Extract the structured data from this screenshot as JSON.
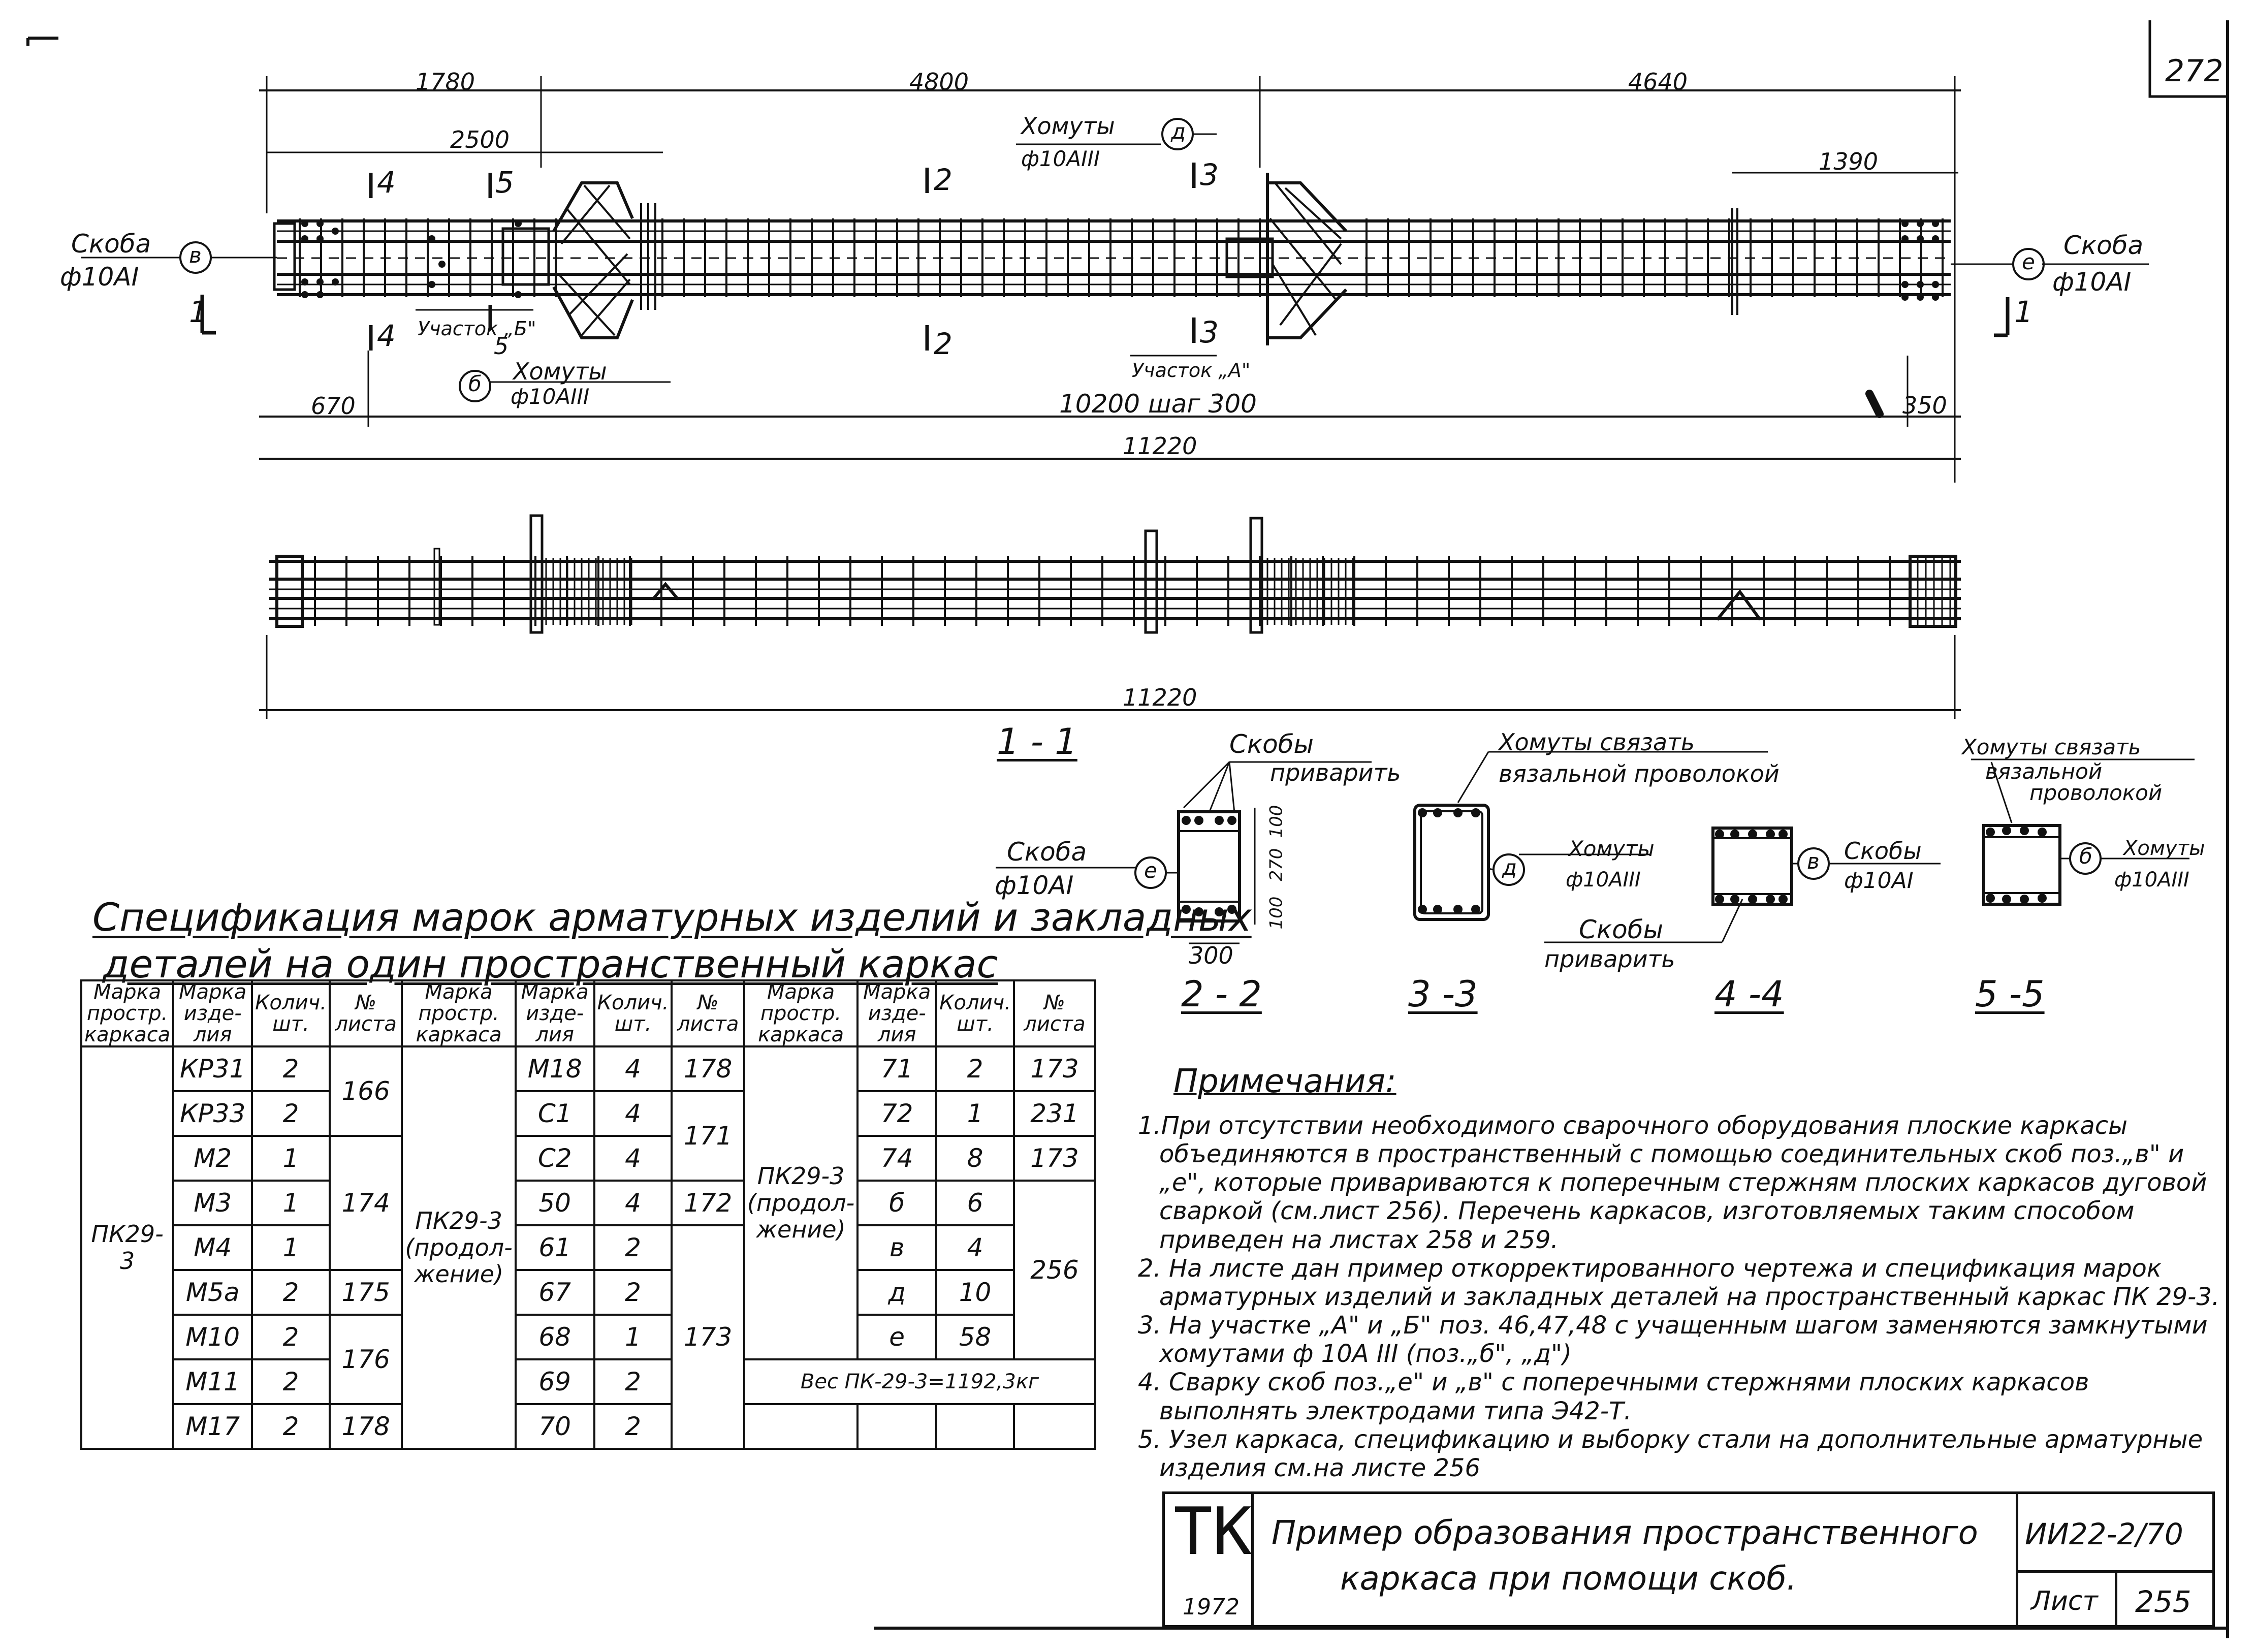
{
  "sheet_number": "272",
  "plan": {
    "dims_top": [
      "1780",
      "4800",
      "4640"
    ],
    "dim_2500": "2500",
    "dim_1390": "1390",
    "dim_670": "670",
    "dim_span": "10200 шаг 300",
    "dim_350": "350",
    "dim_total": "11220",
    "section_marks": [
      "4",
      "5",
      "2",
      "3",
      "1"
    ],
    "label_skoba_left": "Скоба",
    "label_skoba_left_bar": "ф10АI",
    "callout_left": "в",
    "label_skoba_right": "Скоба",
    "label_skoba_right_bar": "ф10АI",
    "callout_right": "е",
    "label_khomuty_top": "Хомуты",
    "label_khomuty_top_bar": "ф10АIII",
    "callout_top": "д",
    "label_khomuty_bottom": "Хомуты",
    "label_khomuty_bottom_bar": "ф10АIII",
    "callout_bottom": "б",
    "label_uchastok_b": "Участок „Б\"",
    "label_uchastok_a": "Участок „А\""
  },
  "elevation": {
    "dim_total": "11220"
  },
  "sections": {
    "title_1_1": "1 - 1",
    "title_2_2": "2 - 2",
    "title_3_3": "3 -3",
    "title_4_4": "4 -4",
    "title_5_5": "5 -5",
    "s22_skoby": "Скобы",
    "s22_privarit": "приварить",
    "s22_skoba": "Скоба",
    "s22_skoba_bar": "ф10АI",
    "s22_callout": "е",
    "s22_dim_100a": "100",
    "s22_dim_270": "270",
    "s22_dim_100b": "100",
    "s22_dim_300": "300",
    "s33_note_1": "Хомуты связать",
    "s33_note_2": "вязальной проволокой",
    "s33_callout": "д",
    "s33_label": "Хомуты",
    "s33_label_bar": "ф10АIII",
    "s44_callout": "в",
    "s44_label": "Скобы",
    "s44_label_bar": "ф10АI",
    "s44_skoby": "Скобы",
    "s44_privarit": "приварить",
    "s55_note_1": "Хомуты связать",
    "s55_note_2": "вязальной",
    "s55_note_3": "проволокой",
    "s55_callout": "б",
    "s55_label": "Хомуты",
    "s55_label_bar": "ф10АIII"
  },
  "spec": {
    "title_line1": "Спецификация марок арматурных изделий и закладных",
    "title_line2": "деталей на один пространственный каркас",
    "header": {
      "col1": "Марка простр. каркаса",
      "col2": "Марка изде- лия",
      "col3": "Колич. шт.",
      "col4": "№ листа"
    },
    "group1": {
      "carcass": "ПК29-3",
      "rows": [
        {
          "mark": "КР31",
          "qty": "2",
          "sheet": "166"
        },
        {
          "mark": "КР33",
          "qty": "2",
          "sheet": ""
        },
        {
          "mark": "М2",
          "qty": "1",
          "sheet": "174"
        },
        {
          "mark": "М3",
          "qty": "1",
          "sheet": ""
        },
        {
          "mark": "М4",
          "qty": "1",
          "sheet": ""
        },
        {
          "mark": "М5а",
          "qty": "2",
          "sheet": "175"
        },
        {
          "mark": "М10",
          "qty": "2",
          "sheet": "176"
        },
        {
          "mark": "М11",
          "qty": "2",
          "sheet": ""
        },
        {
          "mark": "М17",
          "qty": "2",
          "sheet": "178"
        }
      ]
    },
    "group2": {
      "carcass": "ПК29-3 (продол- жение)",
      "rows": [
        {
          "mark": "М18",
          "qty": "4",
          "sheet": "178"
        },
        {
          "mark": "С1",
          "qty": "4",
          "sheet": "171"
        },
        {
          "mark": "С2",
          "qty": "4",
          "sheet": ""
        },
        {
          "mark": "50",
          "qty": "4",
          "sheet": "172"
        },
        {
          "mark": "61",
          "qty": "2",
          "sheet": "173"
        },
        {
          "mark": "67",
          "qty": "2",
          "sheet": ""
        },
        {
          "mark": "68",
          "qty": "1",
          "sheet": ""
        },
        {
          "mark": "69",
          "qty": "2",
          "sheet": ""
        },
        {
          "mark": "70",
          "qty": "2",
          "sheet": ""
        }
      ]
    },
    "group3": {
      "carcass": "ПК29-3 (продол- жение)",
      "rows": [
        {
          "mark": "71",
          "qty": "2",
          "sheet": "173"
        },
        {
          "mark": "72",
          "qty": "1",
          "sheet": "231"
        },
        {
          "mark": "74",
          "qty": "8",
          "sheet": "173"
        },
        {
          "mark": "б",
          "qty": "6",
          "sheet": "256"
        },
        {
          "mark": "в",
          "qty": "4",
          "sheet": ""
        },
        {
          "mark": "д",
          "qty": "10",
          "sheet": ""
        },
        {
          "mark": "е",
          "qty": "58",
          "sheet": ""
        }
      ],
      "weight": "Вес ПК-29-3=1192,3кг"
    }
  },
  "notes": {
    "title": "Примечания:",
    "items": [
      "1.При отсутствии необходимого сварочного оборудования плоские каркасы объединяются в пространственный с помощью соединительных скоб поз.„в\" и „е\", которые привариваются к поперечным стержням плоских каркасов дуговой сваркой (см.лист 256). Перечень каркасов, изготовляемых таким способом приведен на листах 258 и 259.",
      "2. На листе дан пример откорректированного чертежа и спецификация марок арматурных изделий и закладных деталей на пространственный каркас ПК 29-3.",
      "3. На участке „А\" и „Б\" поз. 46,47,48 с учащенным шагом заменяются замкнутыми хомутами ф 10А III (поз.„б\", „д\")",
      "4. Сварку скоб поз.„е\" и „в\" с поперечными стержнями плоских каркасов выполнять электродами типа Э42-Т.",
      "5. Узел каркаса, спецификацию и выборку стали на дополнительные арматурные изделия см.на листе 256"
    ]
  },
  "stamp": {
    "logo": "ТК",
    "year": "1972",
    "title_line1": "Пример образования пространственного",
    "title_line2": "каркаса при помощи скоб.",
    "code": "ИИ22-2/70",
    "list_label": "Лист",
    "list_number": "255"
  }
}
